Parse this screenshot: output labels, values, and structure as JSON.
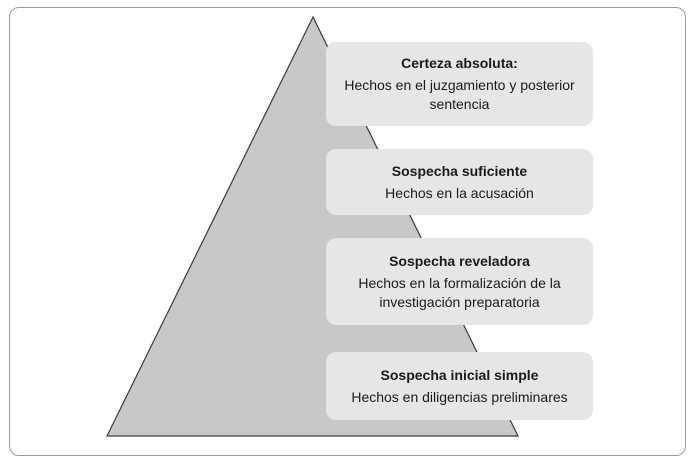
{
  "diagram": {
    "colors": {
      "pyramid_fill": "#c8c8c8",
      "pyramid_stroke": "#3a3a3a",
      "box_fill": "#e6e6e6",
      "frame_border": "#9a9a9a"
    },
    "levels": [
      {
        "title": "Certeza absoluta:",
        "description": "Hechos en el juzgamiento y posterior sentencia"
      },
      {
        "title": "Sospecha suficiente",
        "description": "Hechos en la acusación"
      },
      {
        "title": "Sospecha reveladora",
        "description": "Hechos en la formalización de la investigación preparatoria"
      },
      {
        "title": "Sospecha inicial simple",
        "description": "Hechos en diligencias preliminares"
      }
    ]
  }
}
